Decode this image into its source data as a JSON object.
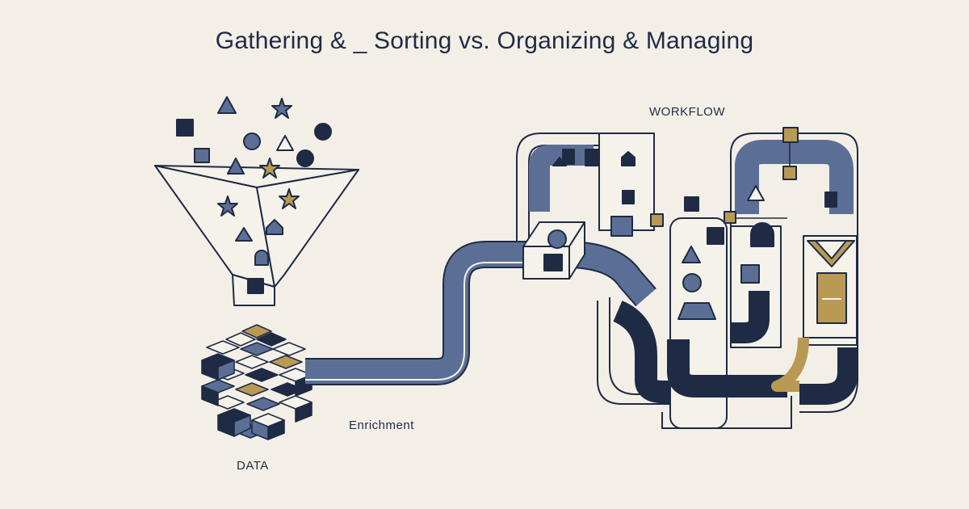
{
  "title": "Gathering & _ Sorting  vs. Organizing & Managing",
  "labels": {
    "workflow": "WORKFLOW",
    "enrichment": "Enrichment",
    "data": "DATA"
  },
  "colors": {
    "background": "#f3efe7",
    "navy": "#1f2b44",
    "slate": "#5b6f96",
    "gold": "#b89a55",
    "outline": "#1f2b44",
    "paper": "#f5f2ea"
  },
  "icons": [
    "funnel-icon",
    "data-cubes-icon",
    "pipe-icon",
    "workflow-machine-icon"
  ]
}
